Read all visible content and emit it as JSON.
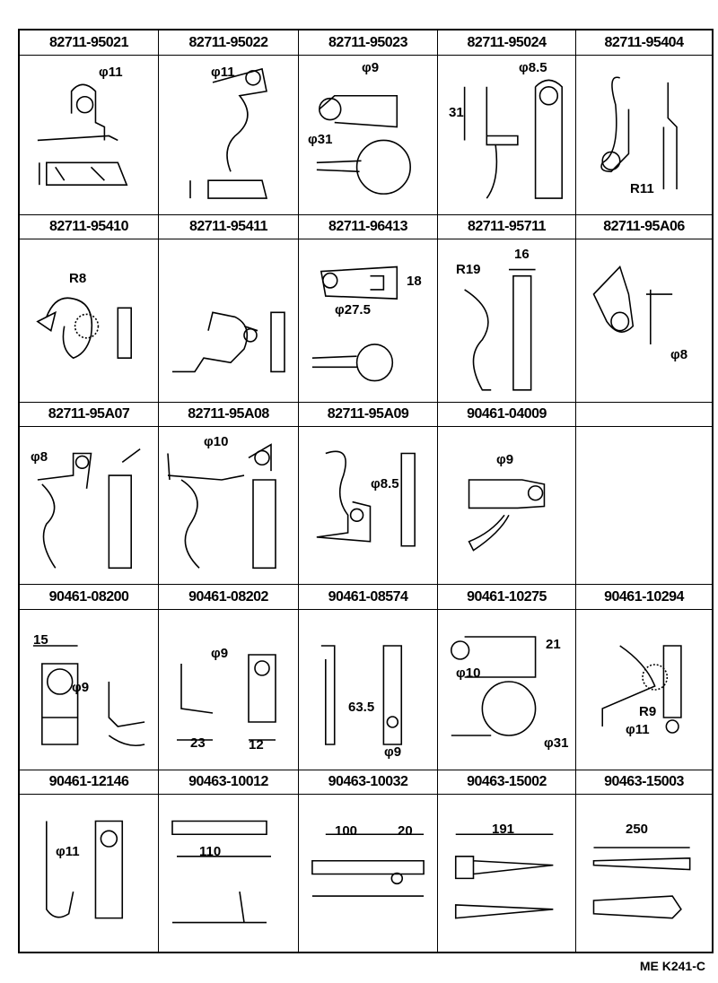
{
  "parts": [
    [
      {
        "number": "82711-95021",
        "labels": [
          "φ11"
        ]
      },
      {
        "number": "82711-95022",
        "labels": [
          "φ11"
        ]
      },
      {
        "number": "82711-95023",
        "labels": [
          "φ9",
          "φ31"
        ]
      },
      {
        "number": "82711-95024",
        "labels": [
          "φ8.5",
          "31"
        ]
      },
      {
        "number": "82711-95404",
        "labels": [
          "R11"
        ]
      }
    ],
    [
      {
        "number": "82711-95410",
        "labels": [
          "R8"
        ]
      },
      {
        "number": "82711-95411",
        "labels": []
      },
      {
        "number": "82711-96413",
        "labels": [
          "18",
          "φ27.5"
        ]
      },
      {
        "number": "82711-95711",
        "labels": [
          "R19",
          "16"
        ]
      },
      {
        "number": "82711-95A06",
        "labels": [
          "φ8"
        ]
      }
    ],
    [
      {
        "number": "82711-95A07",
        "labels": [
          "φ8"
        ]
      },
      {
        "number": "82711-95A08",
        "labels": [
          "φ10"
        ]
      },
      {
        "number": "82711-95A09",
        "labels": [
          "φ8.5"
        ]
      },
      {
        "number": "90461-04009",
        "labels": [
          "φ9"
        ]
      },
      {
        "number": "",
        "labels": []
      }
    ],
    [
      {
        "number": "90461-08200",
        "labels": [
          "15",
          "φ9"
        ]
      },
      {
        "number": "90461-08202",
        "labels": [
          "φ9",
          "23",
          "12"
        ]
      },
      {
        "number": "90461-08574",
        "labels": [
          "63.5",
          "φ9"
        ]
      },
      {
        "number": "90461-10275",
        "labels": [
          "21",
          "φ10",
          "φ31"
        ]
      },
      {
        "number": "90461-10294",
        "labels": [
          "R9",
          "φ11"
        ]
      }
    ],
    [
      {
        "number": "90461-12146",
        "labels": [
          "φ11"
        ]
      },
      {
        "number": "90463-10012",
        "labels": [
          "110"
        ]
      },
      {
        "number": "90463-10032",
        "labels": [
          "100",
          "20"
        ]
      },
      {
        "number": "90463-15002",
        "labels": [
          "191"
        ]
      },
      {
        "number": "90463-15003",
        "labels": [
          "250"
        ]
      }
    ]
  ],
  "footer": "ME K241-C"
}
